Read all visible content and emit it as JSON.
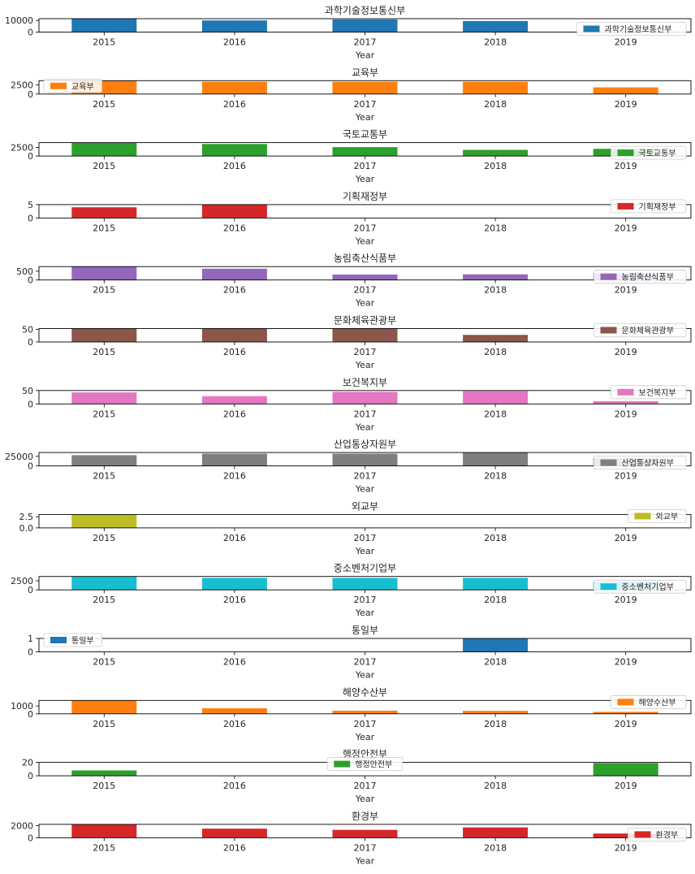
{
  "chart_data": [
    {
      "type": "bar",
      "title": "과학기술정보통신부",
      "categories": [
        "2015",
        "2016",
        "2017",
        "2018",
        "2019"
      ],
      "values": [
        11500,
        10000,
        10800,
        9500,
        null
      ],
      "yticks": [
        0,
        10000
      ],
      "ylim": [
        0,
        11500
      ],
      "xlabel": "Year",
      "color": "#1f77b4",
      "legend": {
        "label": "과학기술정보통신부",
        "position": "right"
      }
    },
    {
      "type": "bar",
      "title": "교육부",
      "categories": [
        "2015",
        "2016",
        "2017",
        "2018",
        "2019"
      ],
      "values": [
        3600,
        3300,
        3300,
        3300,
        1800
      ],
      "yticks": [
        0,
        2500
      ],
      "ylim": [
        0,
        3600
      ],
      "xlabel": "Year",
      "color": "#ff7f0e",
      "legend": {
        "label": "교육부",
        "position": "left"
      }
    },
    {
      "type": "bar",
      "title": "국토교통부",
      "categories": [
        "2015",
        "2016",
        "2017",
        "2018",
        "2019"
      ],
      "values": [
        3900,
        3500,
        2600,
        1800,
        2100
      ],
      "yticks": [
        0,
        2500
      ],
      "ylim": [
        0,
        3900
      ],
      "xlabel": "Year",
      "color": "#2ca02c",
      "legend": {
        "label": "국토교통부",
        "position": "right"
      }
    },
    {
      "type": "bar",
      "title": "기획재정부",
      "categories": [
        "2015",
        "2016",
        "2017",
        "2018",
        "2019"
      ],
      "values": [
        4,
        5,
        null,
        null,
        null
      ],
      "yticks": [
        0,
        5
      ],
      "ylim": [
        0,
        5
      ],
      "xlabel": "Year",
      "color": "#d62728",
      "legend": {
        "label": "기획재정부",
        "position": "top-right"
      }
    },
    {
      "type": "bar",
      "title": "농림축산식품부",
      "categories": [
        "2015",
        "2016",
        "2017",
        "2018",
        "2019"
      ],
      "values": [
        760,
        640,
        310,
        320,
        380
      ],
      "yticks": [
        0,
        500
      ],
      "ylim": [
        0,
        760
      ],
      "xlabel": "Year",
      "color": "#9467bd",
      "legend": {
        "label": "농림축산식품부",
        "position": "right"
      }
    },
    {
      "type": "bar",
      "title": "문화체육관광부",
      "categories": [
        "2015",
        "2016",
        "2017",
        "2018",
        "2019"
      ],
      "values": [
        53,
        53,
        53,
        28,
        null
      ],
      "yticks": [
        0,
        50
      ],
      "ylim": [
        0,
        53
      ],
      "xlabel": "Year",
      "color": "#8c564b",
      "legend": {
        "label": "문화체육관광부",
        "position": "top-right"
      }
    },
    {
      "type": "bar",
      "title": "보건복지부",
      "categories": [
        "2015",
        "2016",
        "2017",
        "2018",
        "2019"
      ],
      "values": [
        43,
        29,
        45,
        48,
        10
      ],
      "yticks": [
        0,
        50
      ],
      "ylim": [
        0,
        50
      ],
      "xlabel": "Year",
      "color": "#e377c2",
      "legend": {
        "label": "보건복지부",
        "position": "top-right"
      }
    },
    {
      "type": "bar",
      "title": "산업통상자원부",
      "categories": [
        "2015",
        "2016",
        "2017",
        "2018",
        "2019"
      ],
      "values": [
        28000,
        32000,
        32000,
        35000,
        21000
      ],
      "yticks": [
        0,
        25000
      ],
      "ylim": [
        0,
        35000
      ],
      "xlabel": "Year",
      "color": "#7f7f7f",
      "legend": {
        "label": "산업통상자원부",
        "position": "right"
      }
    },
    {
      "type": "bar",
      "title": "외교부",
      "categories": [
        "2015",
        "2016",
        "2017",
        "2018",
        "2019"
      ],
      "values": [
        3,
        null,
        null,
        null,
        null
      ],
      "yticks": [
        0.0,
        2.5
      ],
      "ytick_labels": [
        "0.0",
        "2.5"
      ],
      "ylim": [
        0,
        3
      ],
      "xlabel": "Year",
      "color": "#bcbd22",
      "legend": {
        "label": "외교부",
        "position": "top-right"
      }
    },
    {
      "type": "bar",
      "title": "중소벤처기업부",
      "categories": [
        "2015",
        "2016",
        "2017",
        "2018",
        "2019"
      ],
      "values": [
        3700,
        3300,
        3300,
        3300,
        2300
      ],
      "yticks": [
        0,
        2500
      ],
      "ylim": [
        0,
        3700
      ],
      "xlabel": "Year",
      "color": "#17becf",
      "legend": {
        "label": "중소벤처기업부",
        "position": "right"
      }
    },
    {
      "type": "bar",
      "title": "통일부",
      "categories": [
        "2015",
        "2016",
        "2017",
        "2018",
        "2019"
      ],
      "values": [
        null,
        null,
        null,
        1,
        null
      ],
      "yticks": [
        0,
        1
      ],
      "ylim": [
        0,
        1
      ],
      "xlabel": "Year",
      "color": "#1f77b4",
      "legend": {
        "label": "통일부",
        "position": "top-left"
      }
    },
    {
      "type": "bar",
      "title": "해양수산부",
      "categories": [
        "2015",
        "2016",
        "2017",
        "2018",
        "2019"
      ],
      "values": [
        1700,
        700,
        400,
        380,
        250
      ],
      "yticks": [
        0,
        1000
      ],
      "ylim": [
        0,
        1700
      ],
      "xlabel": "Year",
      "color": "#ff7f0e",
      "legend": {
        "label": "해양수산부",
        "position": "top-right"
      }
    },
    {
      "type": "bar",
      "title": "행정안전부",
      "categories": [
        "2015",
        "2016",
        "2017",
        "2018",
        "2019"
      ],
      "values": [
        8,
        null,
        null,
        null,
        19
      ],
      "yticks": [
        0,
        20
      ],
      "ylim": [
        0,
        20
      ],
      "xlabel": "Year",
      "color": "#2ca02c",
      "legend": {
        "label": "행정안전부",
        "position": "top-center"
      }
    },
    {
      "type": "bar",
      "title": "환경부",
      "categories": [
        "2015",
        "2016",
        "2017",
        "2018",
        "2019"
      ],
      "values": [
        2200,
        1500,
        1300,
        1700,
        700
      ],
      "yticks": [
        0,
        2000
      ],
      "ylim": [
        0,
        2200
      ],
      "xlabel": "Year",
      "color": "#d62728",
      "legend": {
        "label": "환경부",
        "position": "right"
      }
    }
  ]
}
